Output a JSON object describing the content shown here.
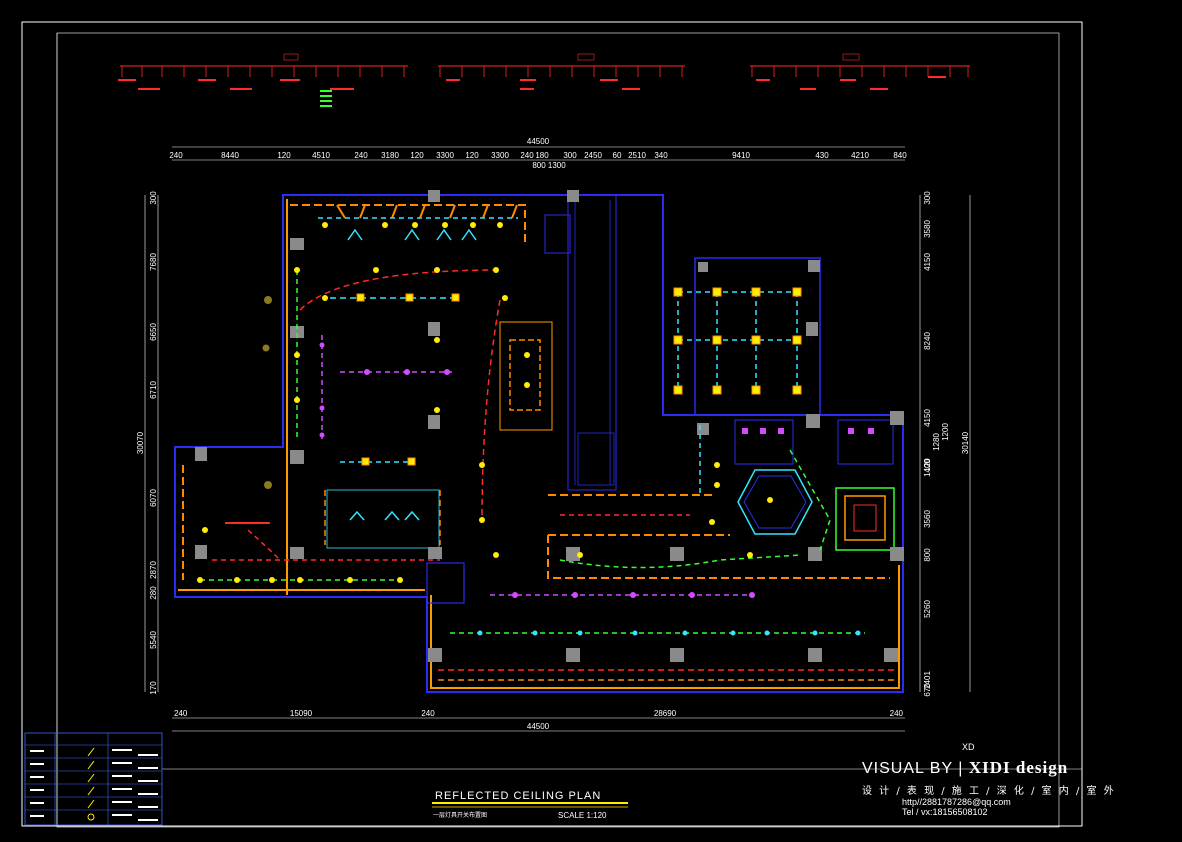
{
  "colors": {
    "background": "#000000",
    "frame": "#ffffff",
    "wall": "#2a2cf0",
    "wall_inner": "#ff9900",
    "circuit_red": "#ff2a2a",
    "circuit_green": "#33ff33",
    "circuit_cyan": "#33e6ff",
    "circuit_magenta": "#d24bff",
    "circuit_orange": "#ff8a00",
    "fixture_yellow": "#ffee00",
    "column_gray": "#8a8a8a",
    "legend_blue": "#3a6bff"
  },
  "dimensions_top": {
    "overall": "44500",
    "segments": [
      "240",
      "8440",
      "120",
      "4510",
      "240",
      "3180",
      "120",
      "3300",
      "120",
      "3300",
      "240",
      "180",
      "300",
      "2450",
      "60",
      "2510",
      "340",
      "9410",
      "430",
      "4210",
      "840"
    ],
    "sub": "800 1300"
  },
  "dimensions_bottom": {
    "overall": "44500",
    "segments": [
      "240",
      "15090",
      "240",
      "28690",
      "240"
    ]
  },
  "dimensions_left": {
    "overall": "30070",
    "segments": [
      "300",
      "7680",
      "6650",
      "6710",
      "6070",
      "2870",
      "280",
      "5540",
      "170"
    ]
  },
  "dimensions_right": {
    "overall": "30140",
    "segments": [
      "300",
      "3580",
      "4150",
      "8240",
      "4150",
      "1400",
      "1280",
      "1200",
      "120",
      "3560",
      "800",
      "5260",
      "2401",
      "670"
    ]
  },
  "title": {
    "main": "REFLECTED CEILING PLAN",
    "sub": "一层灯具开关布置图",
    "scale": "SCALE 1:120"
  },
  "brand": {
    "logo": "XD",
    "main_prefix": "VISUAL BY |",
    "main_name": "XIDI design",
    "sub": "设 计 / 表 现 / 施 工 / 深 化 / 室 内 / 室 外",
    "qq": "http//2881787286@qq.com",
    "tel": "Tel / vx:18156508102"
  }
}
